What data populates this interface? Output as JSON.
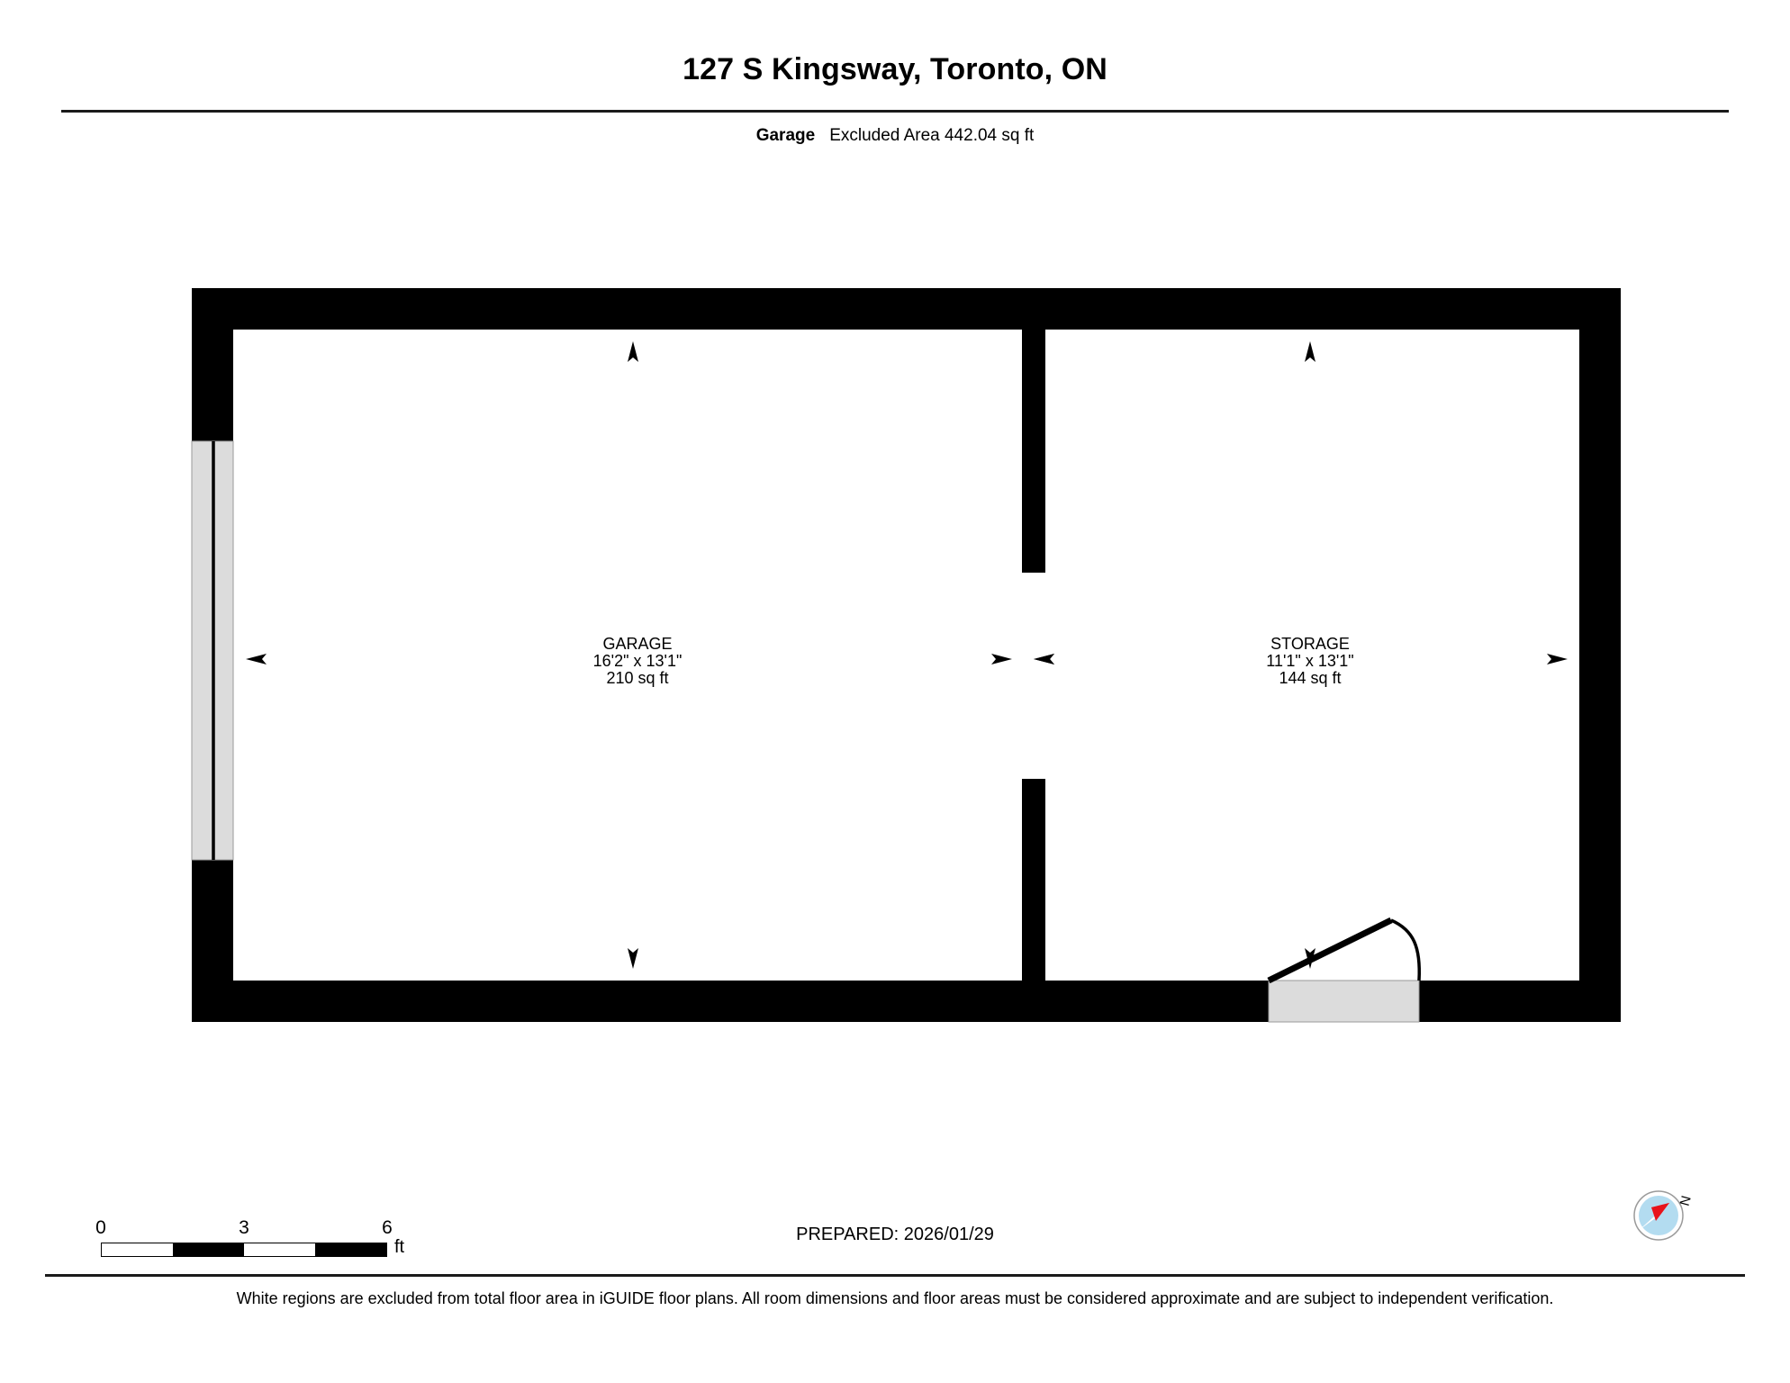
{
  "header": {
    "title": "127 S Kingsway, Toronto, ON",
    "level_label": "Garage",
    "area_summary": "Excluded Area 442.04 sq ft"
  },
  "plan": {
    "rooms": [
      {
        "name": "GARAGE",
        "dimensions": "16'2\" x 13'1\"",
        "area": "210 sq ft"
      },
      {
        "name": "STORAGE",
        "dimensions": "11'1\" x 13'1\"",
        "area": "144 sq ft"
      }
    ],
    "colors": {
      "wall": "#000000",
      "opening_fill": "#dcdcdc",
      "room_fill": "#ffffff"
    }
  },
  "scale": {
    "ticks": [
      "0",
      "3",
      "6"
    ],
    "units": "ft"
  },
  "prepared": {
    "text": "PREPARED: 2026/01/29"
  },
  "compass": {
    "north_label": "N",
    "needle_color": "#e8131b",
    "dial_color": "#b3dcf0"
  },
  "footer": {
    "disclaimer": "White regions are excluded from total floor area in iGUIDE floor plans. All room dimensions and floor areas must be considered approximate and are subject to independent verification."
  }
}
